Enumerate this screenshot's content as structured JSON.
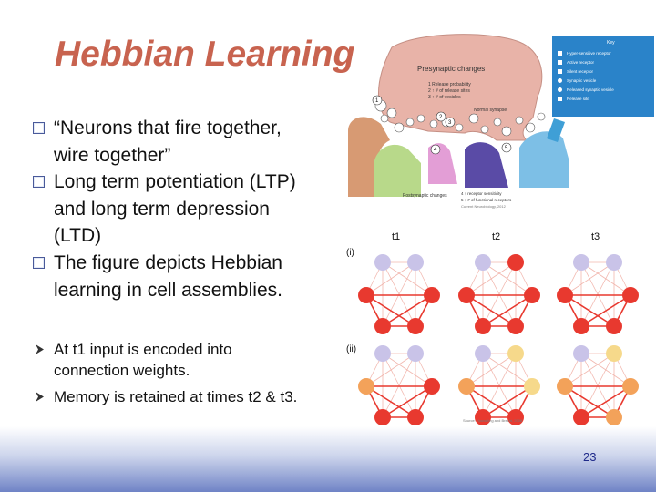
{
  "slide": {
    "title": "Hebbian Learning",
    "bullets": [
      "“Neurons that fire together, wire together”",
      "Long term potentiation (LTP) and long term depression (LTD)",
      "The figure depicts Hebbian learning in cell assemblies."
    ],
    "sub_bullets": [
      "At t1 input is encoded into connection weights.",
      "Memory is retained at times t2 & t3."
    ],
    "page_number": "23"
  },
  "figure_top": {
    "presynaptic_label": "Presynaptic changes",
    "pre_items": [
      "1 Release probability",
      "2 ↑ # of release sites",
      "3 ↑ # of vesicles"
    ],
    "normal_label": "Normal synapse",
    "postsynaptic_label": "Postsynaptic changes",
    "post_items": [
      "4 ↑ receptor sensitivity",
      "5 ↑ # of functional receptors"
    ],
    "credit": "Current Neurobiology, 2012",
    "key_title": "Key",
    "key_items": [
      "Hyper-sensitive receptor",
      "Active receptor",
      "Silent receptor",
      "Synaptic vesicle",
      "Released synaptic vesicle",
      "Release site"
    ],
    "numbers": [
      "1",
      "2",
      "3",
      "4",
      "5"
    ]
  },
  "figure_bottom": {
    "time_labels": [
      "t1",
      "t2",
      "t3"
    ],
    "row_labels": [
      "(i)",
      "(ii)"
    ],
    "credit": "Source: Houweling and Brecht, 2008"
  },
  "colors": {
    "title": "#c8634f",
    "bottom_band": "#6f83c6",
    "node_red": "#e8392f",
    "node_pale": "#c9c3e8",
    "node_orange": "#f3a25a",
    "node_yellow": "#f6d98b",
    "key_box": "#2a83c9"
  },
  "icons": [
    "checkbox-bullet-icon",
    "arrow-bullet-icon"
  ]
}
